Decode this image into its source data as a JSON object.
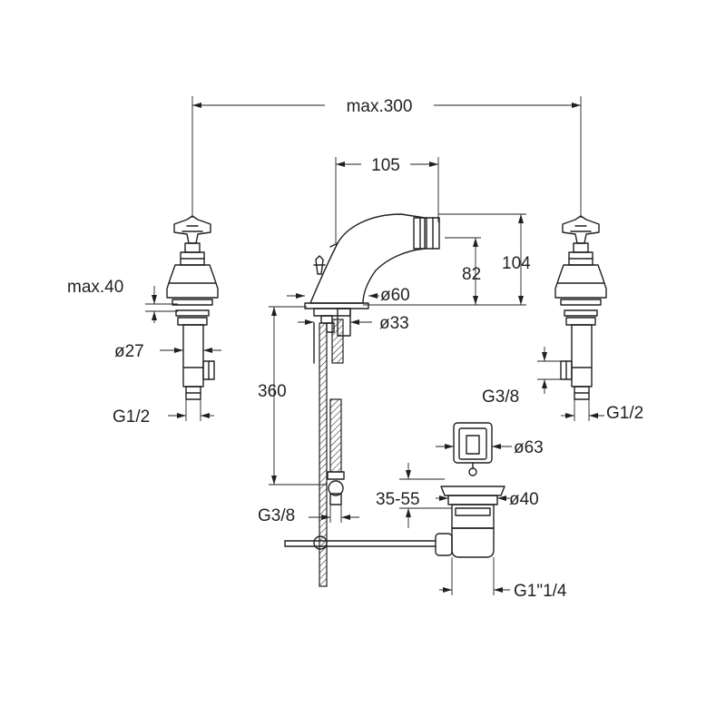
{
  "dimensions": {
    "max_width": "max.300",
    "spout_reach": "105",
    "height_total": "104",
    "height_spout": "82",
    "max_deck": "max.40",
    "body_dia": "ø60",
    "base_dia": "ø33",
    "valve_dia": "ø27",
    "hose_length": "360",
    "valve_thread_left": "G1/2",
    "valve_thread_right": "G1/2",
    "outlet_thread_right": "G3/8",
    "hose_thread": "G3/8",
    "waste_top_dia": "ø63",
    "waste_range": "35-55",
    "waste_body_dia": "ø40",
    "waste_thread": "G1\"1/4"
  }
}
